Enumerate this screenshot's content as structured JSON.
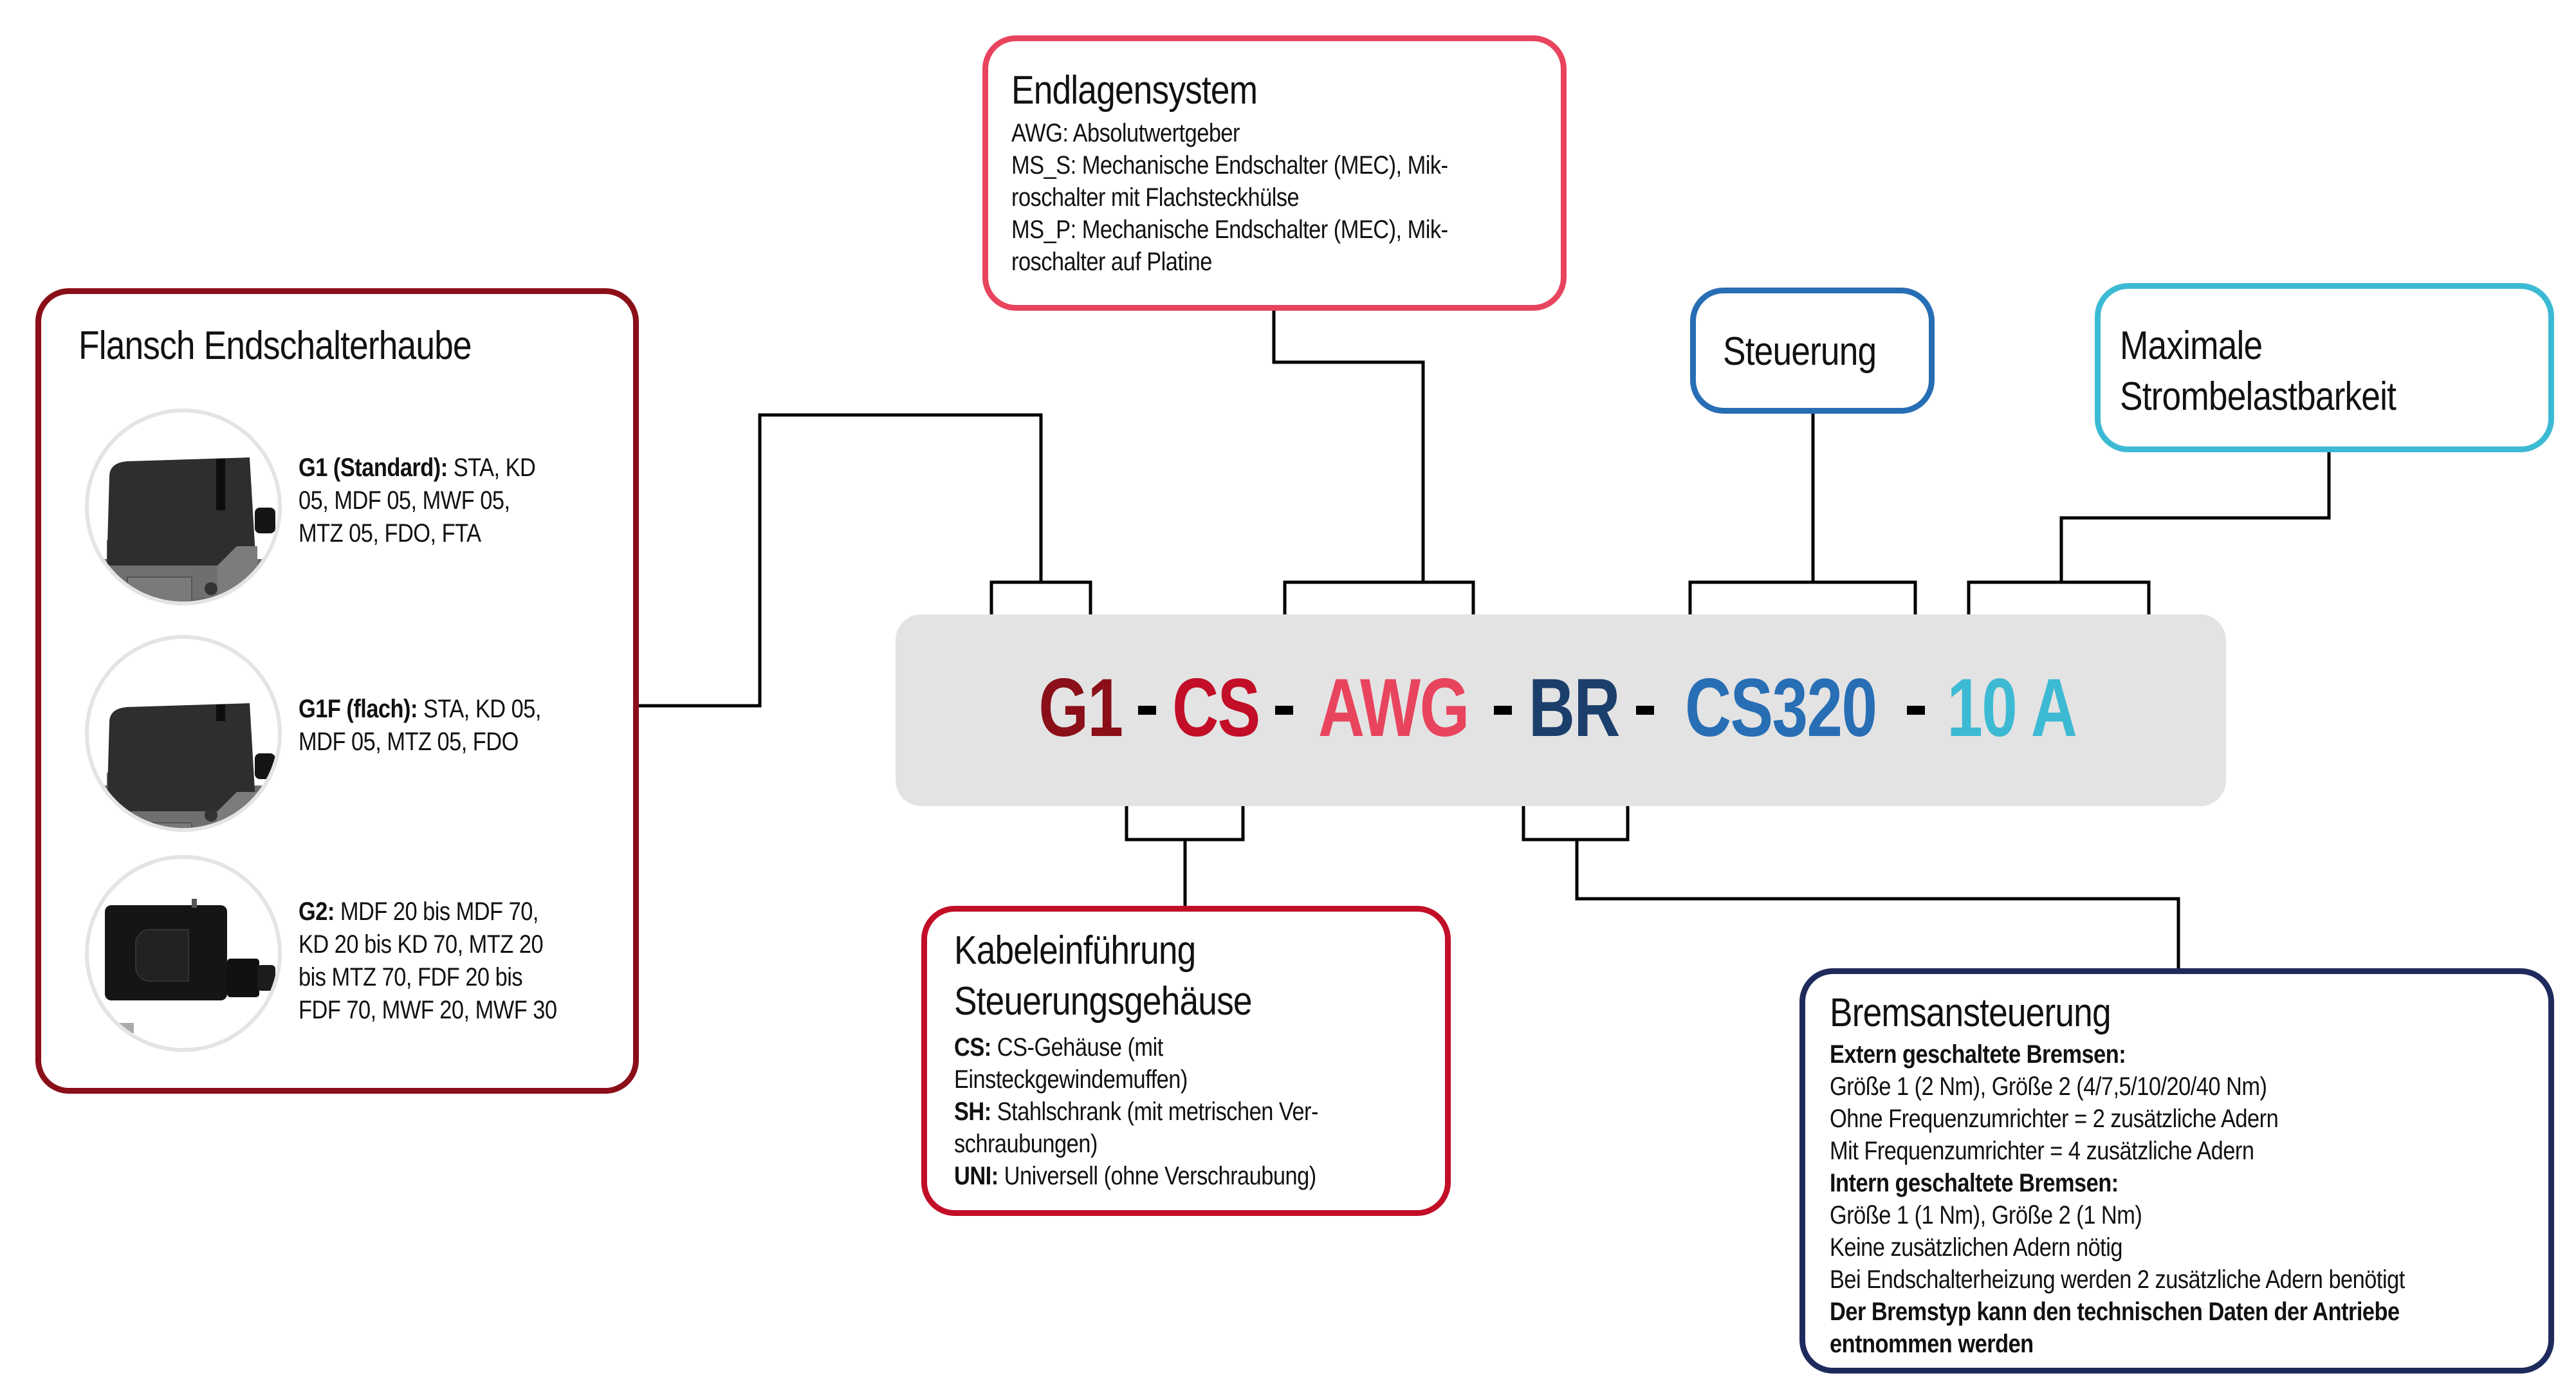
{
  "code": {
    "segments": [
      {
        "text": "G1",
        "color": "#8a0f18"
      },
      {
        "text": "CS",
        "color": "#c20e27"
      },
      {
        "text": "AWG",
        "color": "#e8445e"
      },
      {
        "text": "BR",
        "color": "#1b3f6b"
      },
      {
        "text": "CS320",
        "color": "#276eb5"
      },
      {
        "text": "10 A",
        "color": "#3dbad3"
      }
    ],
    "separator": "-",
    "background": "#e3e3e3"
  },
  "boxes": {
    "flansch": {
      "title": "Flansch Endschalterhaube",
      "border_color": "#8a0f18",
      "items": [
        {
          "label": "G1 (Standard):",
          "text_lines": [
            "STA, KD",
            "05, MDF 05, MWF 05,",
            "MTZ 05, FDO, FTA"
          ],
          "image": "g1-standard-housing-photo"
        },
        {
          "label": "G1F (flach):",
          "text_lines": [
            "STA, KD 05,",
            "MDF 05, MTZ 05, FDO"
          ],
          "image": "g1f-flat-housing-photo"
        },
        {
          "label": "G2:",
          "text_lines": [
            "MDF 20 bis MDF 70,",
            "KD 20 bis KD 70, MTZ 20",
            "bis MTZ 70, FDF 20 bis",
            "FDF 70, MWF 20, MWF 30"
          ],
          "image": "g2-housing-photo"
        }
      ]
    },
    "endlagen": {
      "title": "Endlagensystem",
      "border_color": "#e8445e",
      "lines": [
        "AWG: Absolutwertgeber",
        "MS_S: Mechanische Endschalter (MEC), Mik-",
        "roschalter mit Flachsteckhülse",
        "MS_P: Mechanische Endschalter (MEC), Mik-",
        "roschalter auf Platine"
      ]
    },
    "steuerung": {
      "title": "Steuerung",
      "border_color": "#276eb5"
    },
    "maximale": {
      "title_lines": [
        "Maximale",
        "Strombelastbarkeit"
      ],
      "border_color": "#3dbad3"
    },
    "kabel": {
      "title_lines": [
        "Kabeleinführung",
        "Steuerungsgehäuse"
      ],
      "border_color": "#c20e27",
      "entries": [
        {
          "label": "CS:",
          "lines": [
            "CS-Gehäuse (mit",
            "Einsteckgewindemuffen)"
          ]
        },
        {
          "label": "SH:",
          "lines": [
            "Stahlschrank (mit metrischen Ver-",
            "schraubungen)"
          ]
        },
        {
          "label": "UNI:",
          "lines": [
            "Universell (ohne Verschraubung)"
          ]
        }
      ]
    },
    "brems": {
      "title": "Bremsansteuerung",
      "border_color": "#1f2a5c",
      "lines": [
        {
          "text": "Extern geschaltete Bremsen:",
          "bold": true
        },
        {
          "text": "Größe 1 (2 Nm), Größe 2 (4/7,5/10/20/40 Nm)",
          "bold": false
        },
        {
          "text": "Ohne Frequenzumrichter = 2 zusätzliche Adern",
          "bold": false
        },
        {
          "text": "Mit Frequenzumrichter = 4 zusätzliche Adern",
          "bold": false
        },
        {
          "text": "Intern geschaltete Bremsen:",
          "bold": true
        },
        {
          "text": "Größe 1 (1 Nm), Größe 2 (1 Nm)",
          "bold": false
        },
        {
          "text": "Keine zusätzlichen Adern nötig",
          "bold": false
        },
        {
          "text": "Bei Endschalterheizung werden 2 zusätzliche Adern benötigt",
          "bold": false
        },
        {
          "text": "Der Bremstyp kann den technischen Daten der Antriebe",
          "bold": true
        },
        {
          "text": "entnommen werden",
          "bold": true
        }
      ]
    }
  }
}
